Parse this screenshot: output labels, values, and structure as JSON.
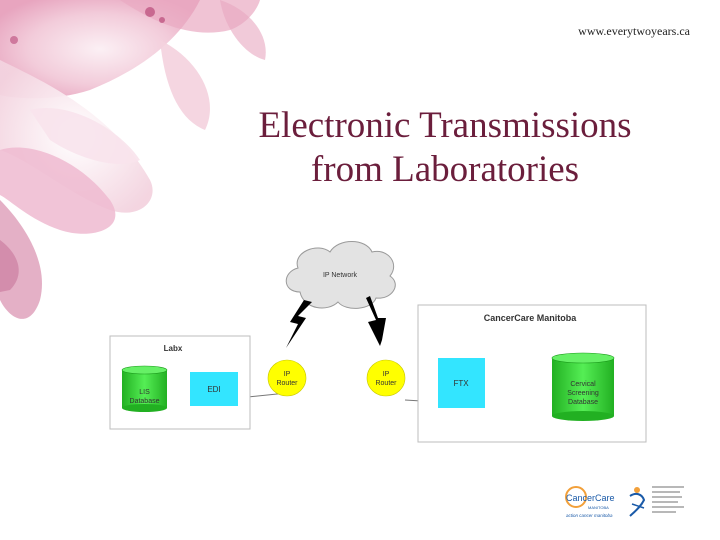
{
  "header": {
    "url": "www.everytwoyears.ca"
  },
  "slide": {
    "title_line1": "Electronic Transmissions",
    "title_line2": "from Laboratories"
  },
  "diagram": {
    "network_label": "IP Network",
    "labx": {
      "title": "Labx",
      "db_line1": "LIS",
      "db_line2": "Database",
      "edi": "EDI"
    },
    "router_left": {
      "line1": "IP",
      "line2": "Router"
    },
    "router_right": {
      "line1": "IP",
      "line2": "Router"
    },
    "ccm": {
      "title": "CancerCare Manitoba",
      "ftx": "FTX",
      "db_line1": "Cervical",
      "db_line2": "Screening",
      "db_line3": "Database"
    }
  },
  "footer": {
    "logo_left_text": "CancerCare",
    "logo_left_subtext": "MANITOBA",
    "logo_left_tagline": "action cancer manitoba"
  },
  "colors": {
    "title": "#6b1e3c",
    "database": "#33dd33",
    "edi_box": "#33e5ff",
    "router": "#ffff00",
    "cloud": "#e3e3e3",
    "flower_pink": "#e9a9c2",
    "flower_light": "#f6dbe6"
  }
}
